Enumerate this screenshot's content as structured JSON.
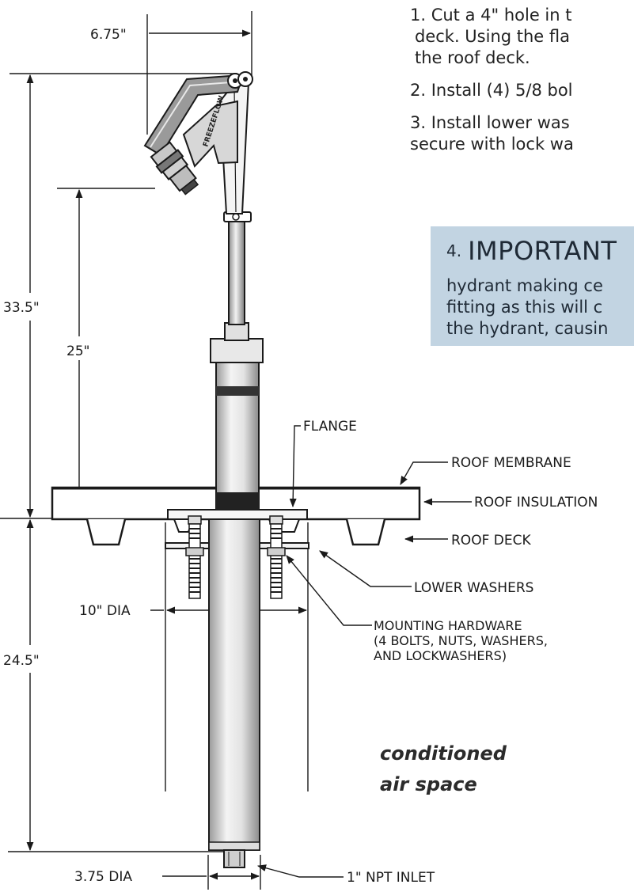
{
  "instructions": {
    "step1_line1": "1.  Cut a 4\" hole in t",
    "step1_line2": "deck.  Using the fla",
    "step1_line3": "the roof deck.",
    "step2": "2.  Install (4) 5/8 bol",
    "step3_line1": "3.  Install lower was",
    "step3_line2": "secure with lock wa"
  },
  "important_box": {
    "number": "4.",
    "heading": "IMPORTANT",
    "line1": "hydrant making ce",
    "line2": "fitting as this will c",
    "line3": "the hydrant, causin",
    "background": "#c2d4e2"
  },
  "dimensions": {
    "handle_offset": "6.75\"",
    "total_height": "33.5\"",
    "above_roof": "25\"",
    "below_roof": "24.5\"",
    "flange_diameter": "10\" DIA",
    "pipe_diameter": "3.75 DIA"
  },
  "callouts": {
    "flange": "FLANGE",
    "roof_membrane": "ROOF MEMBRANE",
    "roof_insulation": "ROOF INSULATION",
    "roof_deck": "ROOF DECK",
    "lower_washers": "LOWER WASHERS",
    "hardware_line1": "MOUNTING HARDWARE",
    "hardware_line2": "(4 BOLTS, NUTS, WASHERS,",
    "hardware_line3": "AND LOCKWASHERS)",
    "inlet": "1\" NPT INLET"
  },
  "zone_label": {
    "line1": "conditioned",
    "line2": "air space"
  },
  "brand_text": "FREEZEFLOW"
}
